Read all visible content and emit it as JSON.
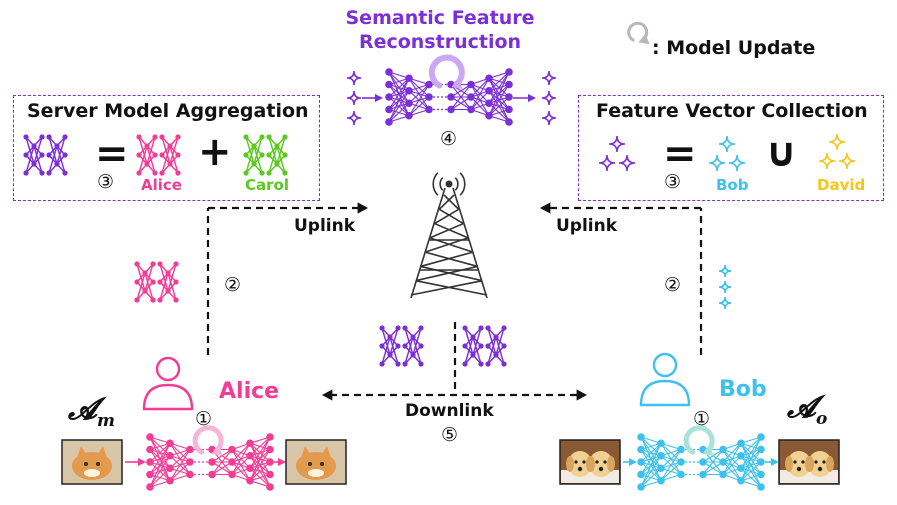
{
  "title": "Semantic Feature Reconstruction",
  "legend": {
    "text": ": Model Update"
  },
  "server_aggregation": {
    "title": "Server Model Aggregation",
    "step": "③",
    "equals": "=",
    "plus": "+",
    "user_a": "Alice",
    "user_b": "Carol"
  },
  "feature_collection": {
    "title": "Feature Vector Collection",
    "step": "③",
    "equals": "=",
    "union": "∪",
    "user_a": "Bob",
    "user_b": "David"
  },
  "reconstruction_step": "④",
  "links": {
    "uplink_left": "Uplink",
    "uplink_right": "Uplink",
    "downlink": "Downlink",
    "downlink_step": "⑤",
    "left_step": "②",
    "right_step": "②"
  },
  "users": {
    "left": {
      "name": "Alice",
      "symbol": "𝓐",
      "subscript": "m",
      "step": "①"
    },
    "right": {
      "name": "Bob",
      "symbol": "𝓐",
      "subscript": "o",
      "step": "①"
    }
  },
  "colors": {
    "purple": "#7b2fd6",
    "pink": "#f23c96",
    "green": "#5cc820",
    "cyan": "#3ec1ec",
    "gold": "#f5c51c",
    "black": "#111111"
  },
  "icons": [
    "neural-net-icon",
    "feature-diamond-icon",
    "tower-icon",
    "user-icon",
    "refresh-icon",
    "cat-photo-icon",
    "dog-photo-icon"
  ]
}
